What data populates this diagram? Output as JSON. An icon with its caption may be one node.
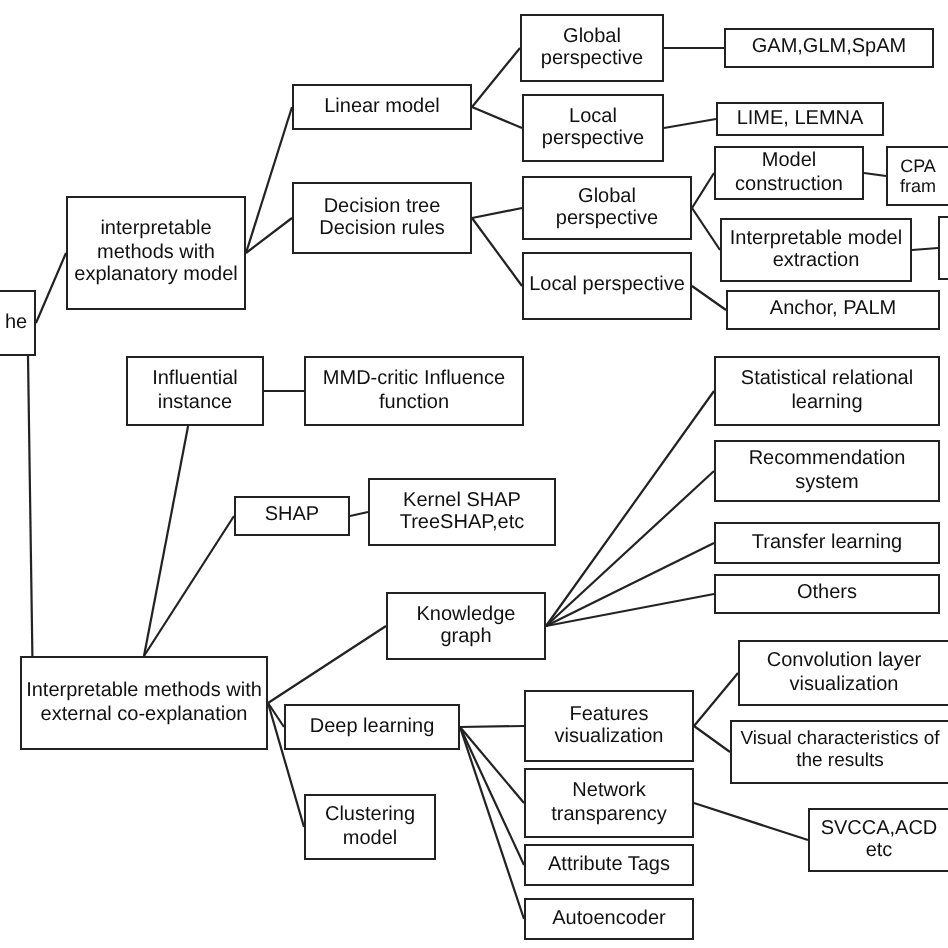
{
  "diagram": {
    "nodes": [
      {
        "text": [
          "he"
        ]
      },
      {
        "text": [
          "interpretable methods with explanatory model"
        ]
      },
      {
        "text": [
          "Linear model"
        ]
      },
      {
        "text": [
          "Decision tree Decision rules"
        ]
      },
      {
        "text": [
          "Global perspective"
        ]
      },
      {
        "text": [
          "Local perspective"
        ]
      },
      {
        "text": [
          "GAM,GLM,SpAM"
        ]
      },
      {
        "text": [
          "LIME, LEMNA"
        ]
      },
      {
        "text": [
          "Global perspective"
        ]
      },
      {
        "text": [
          "Local perspective"
        ]
      },
      {
        "text": [
          "Model construction"
        ]
      },
      {
        "text": [
          "CPA fram"
        ]
      },
      {
        "text": [
          "Interpretable model extraction"
        ]
      },
      {
        "text": [],
        "shape": "box"
      },
      {
        "text": [
          "Anchor, PALM"
        ]
      },
      {
        "text": [
          "Influential instance"
        ]
      },
      {
        "text": [
          "MMD-critic Influence function"
        ]
      },
      {
        "text": [
          "Statistical relational learning"
        ]
      },
      {
        "text": [
          "Recommendation system"
        ]
      },
      {
        "text": [
          "SHAP"
        ]
      },
      {
        "text": [
          "Kernel SHAP TreeSHAP,etc"
        ]
      },
      {
        "text": [
          "Transfer learning"
        ]
      },
      {
        "text": [
          "Others"
        ]
      },
      {
        "text": [
          "Knowledge graph"
        ]
      },
      {
        "text": [
          "Interpretable methods with external co-explanation"
        ]
      },
      {
        "text": [
          "Deep learning"
        ]
      },
      {
        "text": [
          "Convolution layer visualization"
        ]
      },
      {
        "text": [
          "Features visualization"
        ]
      },
      {
        "text": [
          "Visual characteristics of the results"
        ]
      },
      {
        "text": [
          "Clustering model"
        ]
      },
      {
        "text": [
          "Network transparency"
        ]
      },
      {
        "text": [
          "SVCCA,ACD etc"
        ]
      },
      {
        "text": [
          "Attribute Tags"
        ]
      },
      {
        "text": [
          "Autoencoder"
        ]
      }
    ],
    "edges": [
      {
        "from": 0,
        "to": 1,
        "arrow": "none"
      },
      {
        "from": 0,
        "to": 24,
        "arrow": "none"
      },
      {
        "from": 1,
        "to": 2,
        "arrow": "none"
      },
      {
        "from": 1,
        "to": 3,
        "arrow": "none"
      },
      {
        "from": 2,
        "to": 4,
        "arrow": "none"
      },
      {
        "from": 2,
        "to": 5,
        "arrow": "none"
      },
      {
        "from": 4,
        "to": 6,
        "arrow": "none"
      },
      {
        "from": 5,
        "to": 7,
        "arrow": "none"
      },
      {
        "from": 3,
        "to": 8,
        "arrow": "none"
      },
      {
        "from": 3,
        "to": 9,
        "arrow": "none"
      },
      {
        "from": 8,
        "to": 10,
        "arrow": "none"
      },
      {
        "from": 8,
        "to": 12,
        "arrow": "none"
      },
      {
        "from": 10,
        "to": 11,
        "arrow": "none"
      },
      {
        "from": 12,
        "to": 13,
        "arrow": "none"
      },
      {
        "from": 9,
        "to": 14,
        "arrow": "none"
      },
      {
        "from": 24,
        "to": 15,
        "arrow": "none"
      },
      {
        "from": 15,
        "to": 16,
        "arrow": "none"
      },
      {
        "from": 24,
        "to": 19,
        "arrow": "none"
      },
      {
        "from": 19,
        "to": 20,
        "arrow": "none"
      },
      {
        "from": 24,
        "to": 23,
        "arrow": "none"
      },
      {
        "from": 23,
        "to": 17,
        "arrow": "none"
      },
      {
        "from": 23,
        "to": 18,
        "arrow": "none"
      },
      {
        "from": 23,
        "to": 21,
        "arrow": "none"
      },
      {
        "from": 23,
        "to": 22,
        "arrow": "none"
      },
      {
        "from": 24,
        "to": 25,
        "arrow": "none"
      },
      {
        "from": 24,
        "to": 29,
        "arrow": "none"
      },
      {
        "from": 25,
        "to": 27,
        "arrow": "none"
      },
      {
        "from": 25,
        "to": 30,
        "arrow": "none"
      },
      {
        "from": 25,
        "to": 32,
        "arrow": "none"
      },
      {
        "from": 25,
        "to": 33,
        "arrow": "none"
      },
      {
        "from": 27,
        "to": 26,
        "arrow": "none"
      },
      {
        "from": 27,
        "to": 28,
        "arrow": "none"
      },
      {
        "from": 30,
        "to": 31,
        "arrow": "none"
      }
    ]
  }
}
